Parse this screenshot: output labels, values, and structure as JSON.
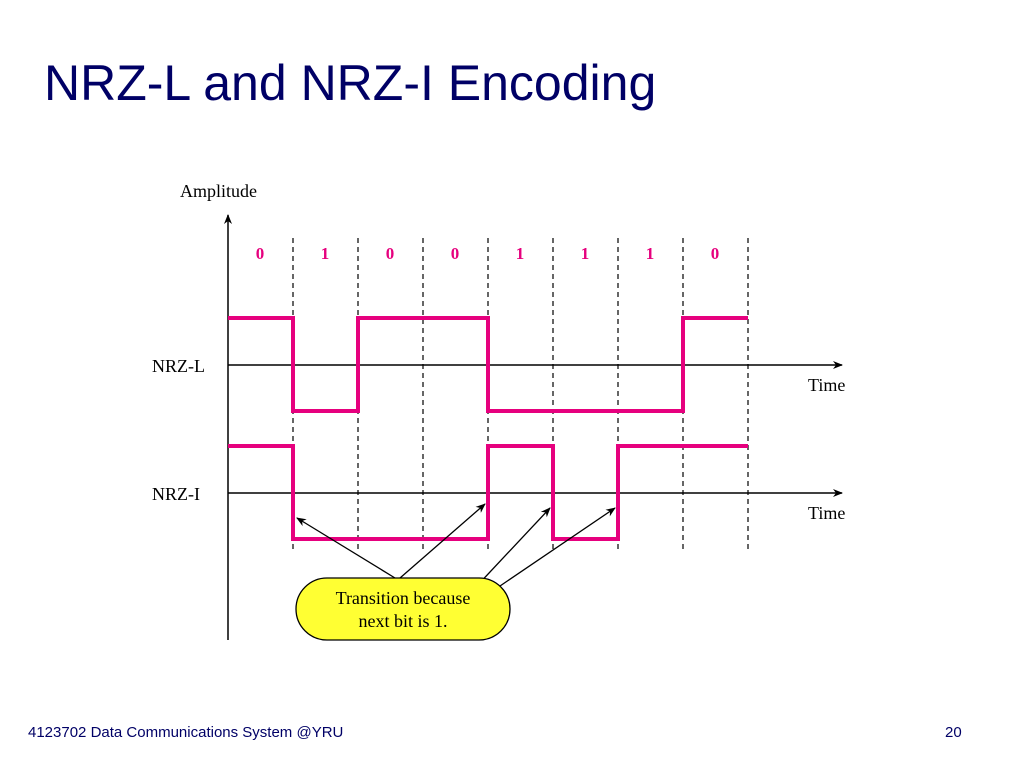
{
  "slide": {
    "title": "NRZ-L and NRZ-I Encoding",
    "footer_left": "4123702 Data Communications System @YRU",
    "page_number": "20"
  },
  "diagram": {
    "y_axis_label": "Amplitude",
    "bits": [
      "0",
      "1",
      "0",
      "0",
      "1",
      "1",
      "1",
      "0"
    ],
    "nrz_l": {
      "label": "NRZ-L",
      "axis_label": "Time",
      "levels": [
        1,
        0,
        1,
        1,
        0,
        0,
        0,
        1
      ]
    },
    "nrz_i": {
      "label": "NRZ-I",
      "axis_label": "Time",
      "levels": [
        1,
        0,
        0,
        0,
        1,
        0,
        1,
        1
      ]
    },
    "callout": {
      "line1": "Transition because",
      "line2": "next bit is 1."
    },
    "colors": {
      "signal": "#e6007e",
      "bits": "#e6007e",
      "callout_fill": "#ffff33",
      "title": "#000066"
    }
  }
}
